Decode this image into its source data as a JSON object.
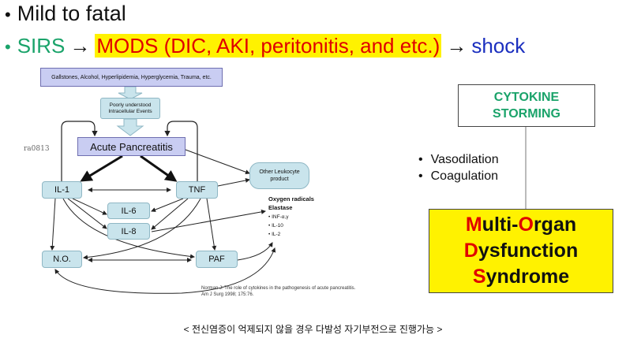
{
  "header": {
    "line1": "Mild to fatal",
    "sirs": "SIRS",
    "mods": "MODS (DIC, AKI, peritonitis, and etc.)",
    "shock": "shock",
    "bullet": "•",
    "arrow": "→"
  },
  "diagram": {
    "causes": "Gallstones, Alcohol, Hyperlipidemia, Hyperglycemia, Trauma, etc.",
    "poorly_understood_1": "Poorly understood",
    "poorly_understood_2": "Intracellular Events",
    "acute_pancreatitis": "Acute Pancreatitis",
    "il1": "IL-1",
    "tnf": "TNF",
    "il6": "IL-6",
    "il8": "IL-8",
    "no": "N.O.",
    "paf": "PAF",
    "other_leukocyte_1": "Other Leukocyte",
    "other_leukocyte_2": "product",
    "oxygen_radicals": "Oxygen radicals",
    "elastase": "Elastase",
    "inf": "INF-α,γ",
    "il10": "IL-10",
    "il2": "IL-2",
    "watermark": "ra0813",
    "citation_1": "Norman J: The role of cytokines in the pathogenesis of acute pancreatitis.",
    "citation_2": "Am J Surg   1998; 175:76."
  },
  "right": {
    "cytokine_1": "CYTOKINE",
    "cytokine_2": "STORMING",
    "effects": [
      "Vasodilation",
      "Coagulation"
    ],
    "mods_line1_red": "M",
    "mods_line1_rest_a": "ulti-",
    "mods_line1_red2": "O",
    "mods_line1_rest_b": "rgan",
    "mods_line2_red": "D",
    "mods_line2_rest": "ysfunction",
    "mods_line3_red": "S",
    "mods_line3_rest": "yndrome"
  },
  "caption": "< 전신염증이 억제되지 않을 경우 다발성 자기부전으로 진행가능 >"
}
